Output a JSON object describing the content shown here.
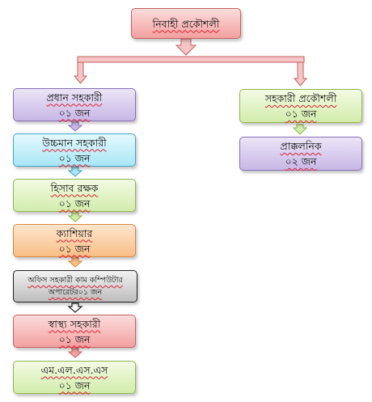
{
  "top": {
    "title": "নিবাহী প্রকৌশলী"
  },
  "left_column": [
    {
      "title": "প্রধান  সহকারী",
      "count": "০১ জন",
      "color": "#c8b7e6"
    },
    {
      "title": "উচ্চমান সহকারী",
      "count": "০১ জন",
      "color": "#a9e6f6"
    },
    {
      "title": "হিসাব রক্ষক",
      "count": "০১ জন",
      "color": "#d2ecac"
    },
    {
      "title": "ক্যাশিয়ার",
      "count": "০১ জন",
      "color": "#f9be86"
    },
    {
      "title": "অফিস সহকারী কাম কম্পিউটার",
      "count": "অপারেটর০১ জন",
      "color": "#bdbdbd"
    },
    {
      "title": "স্বাস্থ্য সহকারী",
      "count": "০১ জন",
      "color": "#f3a0a0"
    },
    {
      "title": "এম.এল.এস.এস",
      "count": "০১ জন",
      "color": "#d2ecac"
    }
  ],
  "right_column": [
    {
      "title": "সহকারী প্রকৌশলী",
      "count": "০১ জন",
      "color": "#d2ecac"
    },
    {
      "title": "প্রাক্কলনিক",
      "count": "০২ জন",
      "color": "#c8b7e6"
    }
  ]
}
